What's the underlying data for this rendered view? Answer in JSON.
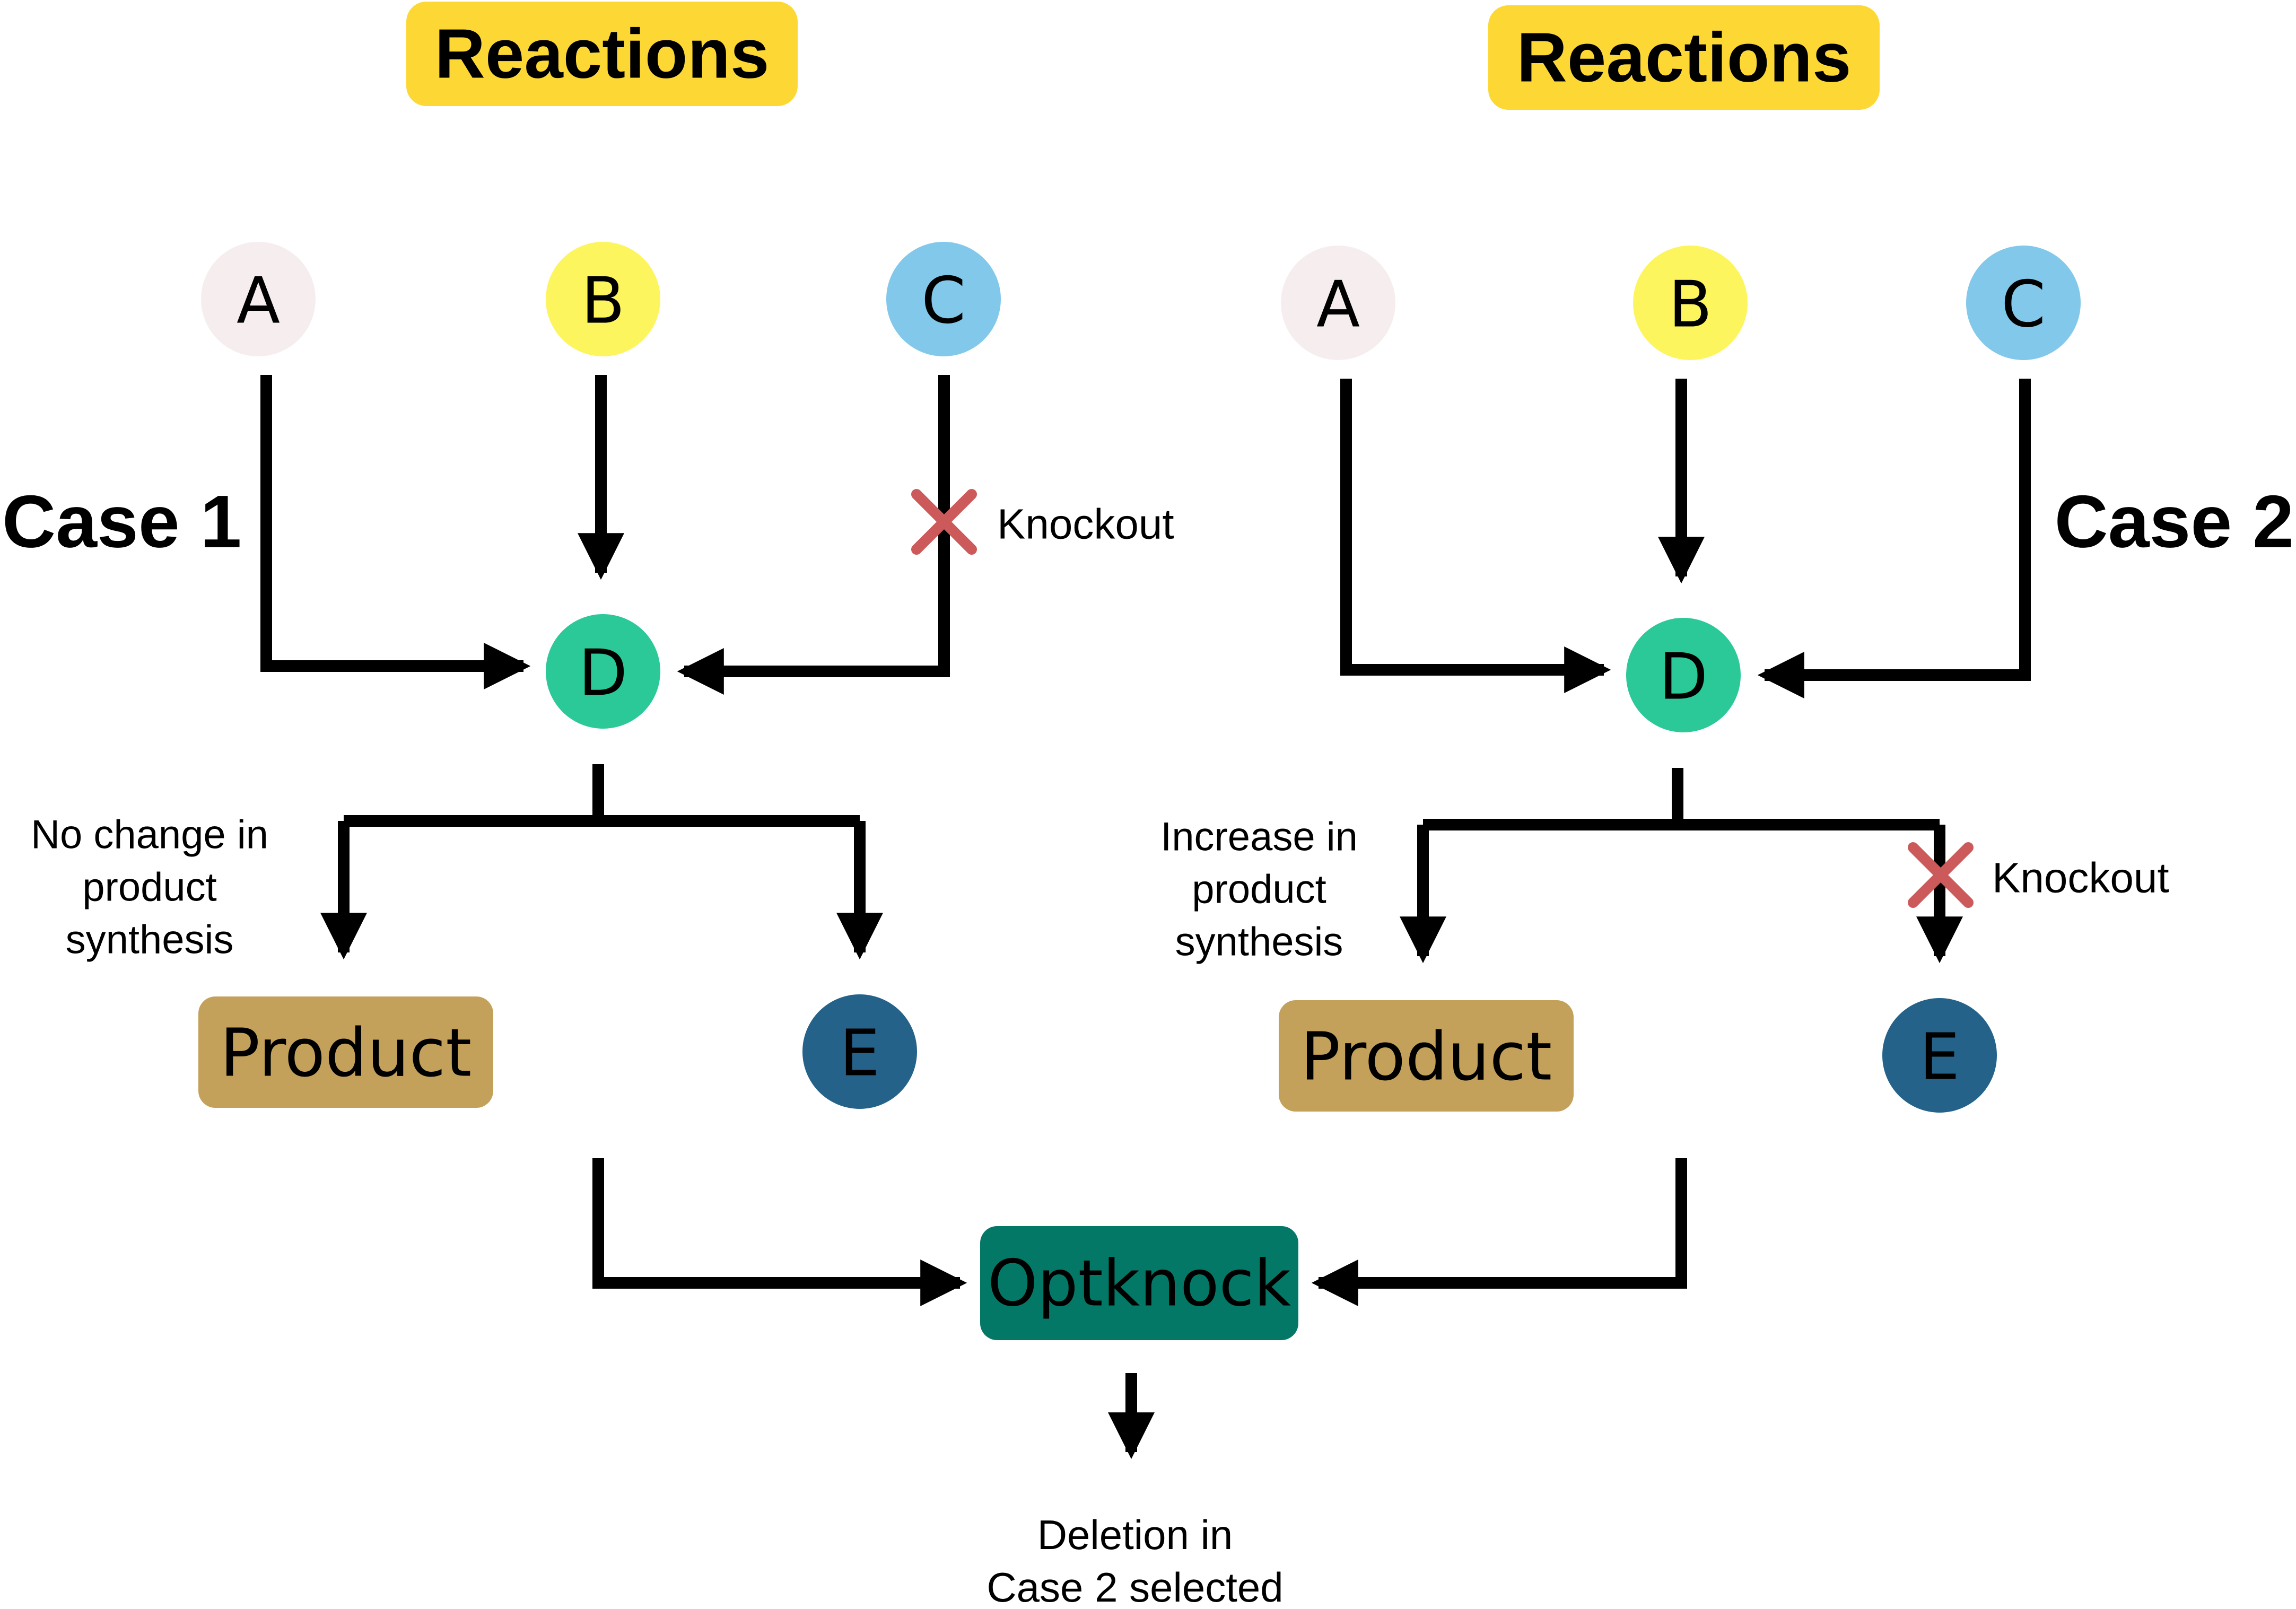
{
  "case1": {
    "header": "Reactions",
    "case_label": "Case 1",
    "nodes": {
      "a": "A",
      "b": "B",
      "c": "C",
      "d": "D",
      "e": "E",
      "product": "Product"
    },
    "knockout_label": "Knockout",
    "effect_lines": [
      "No change in",
      "product",
      "synthesis"
    ]
  },
  "case2": {
    "header": "Reactions",
    "case_label": "Case 2",
    "nodes": {
      "a": "A",
      "b": "B",
      "c": "C",
      "d": "D",
      "e": "E",
      "product": "Product"
    },
    "knockout_label": "Knockout",
    "effect_lines": [
      "Increase in",
      "product",
      "synthesis"
    ]
  },
  "optknock": {
    "label": "Optknock"
  },
  "result": {
    "lines": [
      "Deletion in",
      "Case 2 selected"
    ]
  },
  "colors": {
    "header": "#FDD835",
    "node_a": "#F6EEEE",
    "node_b": "#FDF55E",
    "node_c": "#82C8EA",
    "node_d": "#2BC898",
    "node_e": "#246289",
    "product": "#C4A15B",
    "optknock": "#037867",
    "knockout": "#CC5A5A",
    "arrow": "#000000"
  }
}
